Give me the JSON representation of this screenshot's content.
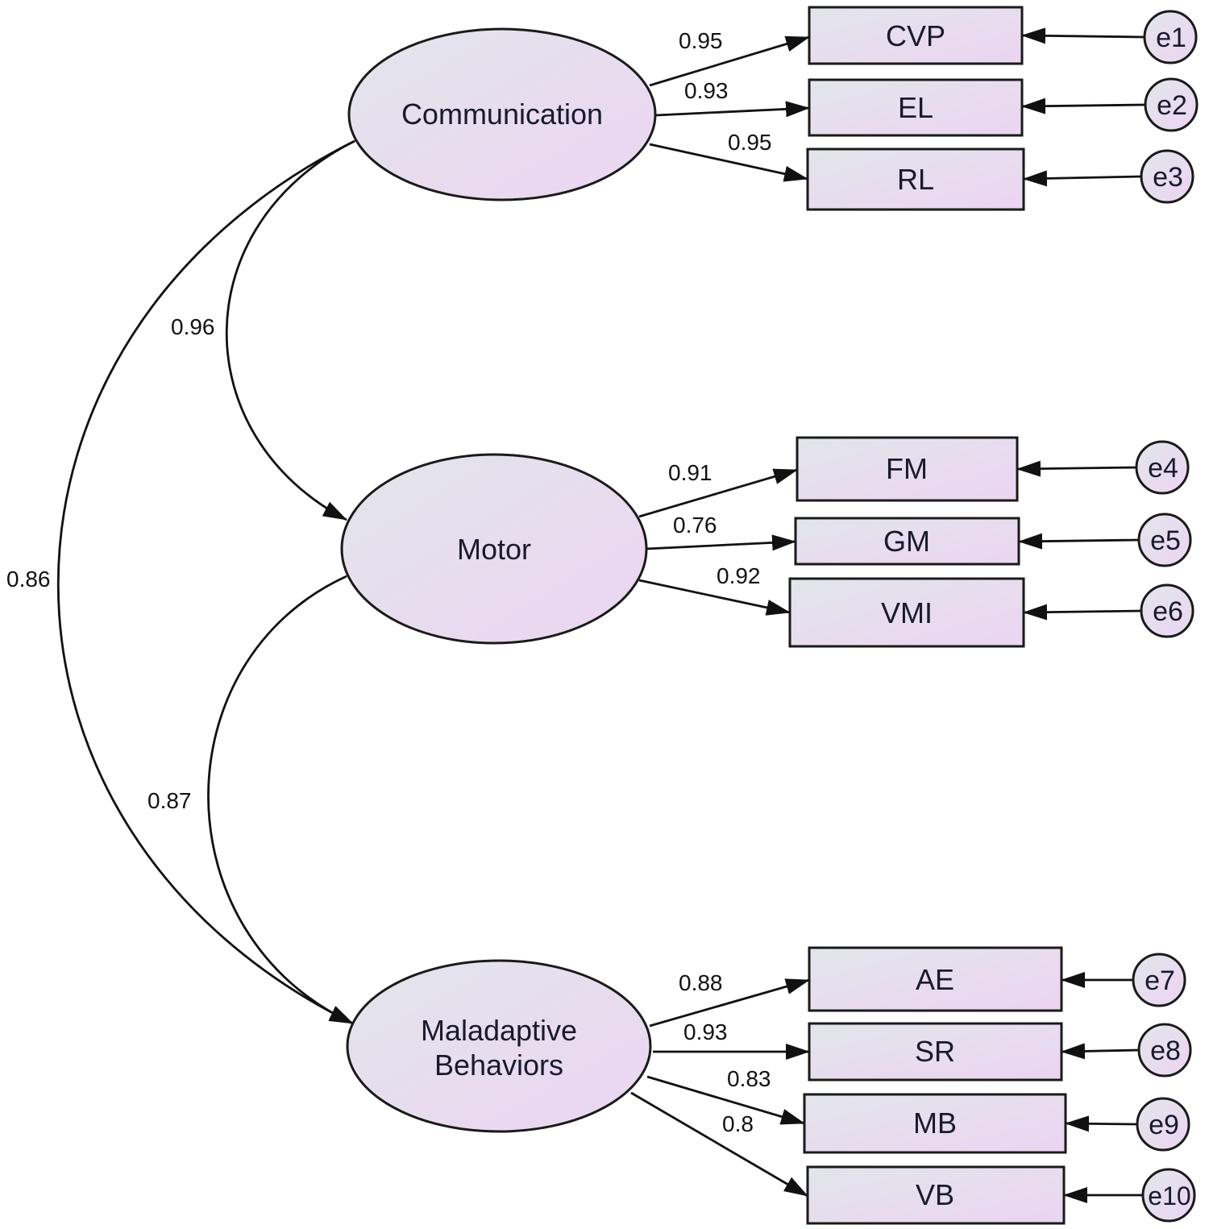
{
  "latents": [
    {
      "id": "communication",
      "lines": [
        "Communication"
      ]
    },
    {
      "id": "motor",
      "lines": [
        "Motor"
      ]
    },
    {
      "id": "maladaptive",
      "lines": [
        "Maladaptive",
        "Behaviors"
      ]
    }
  ],
  "indicators": [
    {
      "id": "cvp",
      "label": "CVP",
      "latent": "communication",
      "loading": "0.95",
      "error": "e1"
    },
    {
      "id": "el",
      "label": "EL",
      "latent": "communication",
      "loading": "0.93",
      "error": "e2"
    },
    {
      "id": "rl",
      "label": "RL",
      "latent": "communication",
      "loading": "0.95",
      "error": "e3"
    },
    {
      "id": "fm",
      "label": "FM",
      "latent": "motor",
      "loading": "0.91",
      "error": "e4"
    },
    {
      "id": "gm",
      "label": "GM",
      "latent": "motor",
      "loading": "0.76",
      "error": "e5"
    },
    {
      "id": "vmi",
      "label": "VMI",
      "latent": "motor",
      "loading": "0.92",
      "error": "e6"
    },
    {
      "id": "ae",
      "label": "AE",
      "latent": "maladaptive",
      "loading": "0.88",
      "error": "e7"
    },
    {
      "id": "sr",
      "label": "SR",
      "latent": "maladaptive",
      "loading": "0.93",
      "error": "e8"
    },
    {
      "id": "mb",
      "label": "MB",
      "latent": "maladaptive",
      "loading": "0.83",
      "error": "e9"
    },
    {
      "id": "vb",
      "label": "VB",
      "latent": "maladaptive",
      "loading": "0.8",
      "error": "e10"
    }
  ],
  "correlations": [
    {
      "id": "comm-motor",
      "from": "communication",
      "to": "motor",
      "value": "0.96"
    },
    {
      "id": "motor-mal",
      "from": "motor",
      "to": "maladaptive",
      "value": "0.87"
    },
    {
      "id": "comm-mal",
      "from": "communication",
      "to": "maladaptive",
      "value": "0.86"
    }
  ],
  "colors": {
    "fill_start": "#e2e6ea",
    "fill_end": "#ecd4f2",
    "stroke": "#1a1a1a"
  }
}
